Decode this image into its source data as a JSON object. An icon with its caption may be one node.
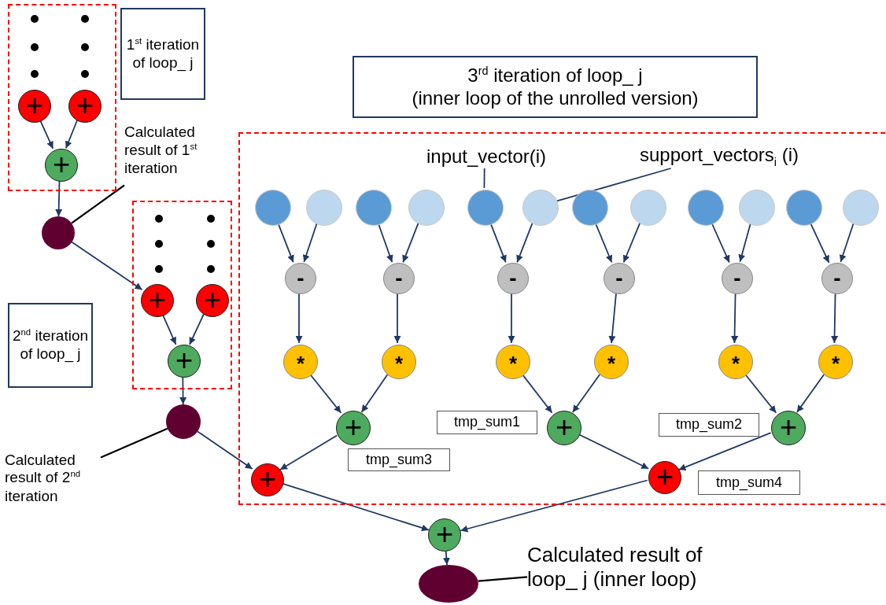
{
  "diagram": {
    "nodes": [
      {
        "text": [],
        "shape": "box"
      },
      {
        "text": [],
        "shape": "circle",
        "in": 0
      },
      {
        "text": [],
        "shape": "circle",
        "in": 0
      },
      {
        "text": [],
        "shape": "circle",
        "in": 0
      },
      {
        "text": [],
        "shape": "circle",
        "in": 0
      },
      {
        "text": [],
        "shape": "circle",
        "in": 0
      },
      {
        "text": [],
        "shape": "circle",
        "in": 0
      },
      {
        "text": [
          "+"
        ],
        "in": 0
      },
      {
        "text": [
          "+"
        ],
        "in": 0
      },
      {
        "text": [
          "+"
        ],
        "in": 0
      },
      {
        "text": [
          "1$^{st}$ iteration of loop_ j"
        ]
      },
      {
        "text": [
          "Calculated result of 1$^{st}$ iteration"
        ]
      },
      {
        "text": [],
        "shape": "circle"
      },
      {
        "text": [],
        "shape": "box"
      },
      {
        "text": [],
        "shape": "circle",
        "in": 13
      },
      {
        "text": [],
        "shape": "circle",
        "in": 13
      },
      {
        "text": [],
        "shape": "circle",
        "in": 13
      },
      {
        "text": [],
        "shape": "circle",
        "in": 13
      },
      {
        "text": [],
        "shape": "circle",
        "in": 13
      },
      {
        "text": [],
        "shape": "circle",
        "in": 13
      },
      {
        "text": [
          "+"
        ],
        "in": 13
      },
      {
        "text": [
          "+"
        ],
        "in": 13
      },
      {
        "text": [
          "+"
        ],
        "in": 13
      },
      {
        "text": [
          "2$^{nd}$ iteration of loop_ j"
        ]
      },
      {
        "text": [],
        "shape": "circle"
      },
      {
        "text": [
          "Calculated result of 2$^{nd}$ iteration"
        ]
      },
      {
        "text": [
          "3$^{rd}$  iteration of loop_ j",
          "(inner loop of the unrolled version)"
        ]
      },
      {
        "text": [],
        "shape": "box"
      },
      {
        "text": [
          "input_vector(i)"
        ],
        "in": 27
      },
      {
        "text": [
          "support_vectors$_{i}$ (i)"
        ],
        "in": 27
      },
      {
        "text": [],
        "shape": "circle",
        "in": 27
      },
      {
        "text": [],
        "shape": "circle",
        "in": 27
      },
      {
        "text": [],
        "shape": "circle",
        "in": 27
      },
      {
        "text": [],
        "shape": "circle",
        "in": 27
      },
      {
        "text": [],
        "shape": "circle",
        "in": 27
      },
      {
        "text": [],
        "shape": "circle",
        "in": 27
      },
      {
        "text": [],
        "shape": "circle",
        "in": 27
      },
      {
        "text": [],
        "shape": "circle",
        "in": 27
      },
      {
        "text": [],
        "shape": "circle",
        "in": 27
      },
      {
        "text": [],
        "shape": "circle",
        "in": 27
      },
      {
        "text": [],
        "shape": "circle",
        "in": 27
      },
      {
        "text": [],
        "shape": "circle",
        "in": 27
      },
      {
        "text": [
          "-"
        ],
        "in": 27
      },
      {
        "text": [
          "-"
        ],
        "in": 27
      },
      {
        "text": [
          "-"
        ],
        "in": 27
      },
      {
        "text": [
          "-"
        ],
        "in": 27
      },
      {
        "text": [
          "-"
        ],
        "in": 27
      },
      {
        "text": [
          "-"
        ],
        "in": 27
      },
      {
        "text": [
          "*"
        ],
        "in": 27
      },
      {
        "text": [
          "*"
        ],
        "in": 27
      },
      {
        "text": [
          "*"
        ],
        "in": 27
      },
      {
        "text": [
          "*"
        ],
        "in": 27
      },
      {
        "text": [
          "*"
        ],
        "in": 27
      },
      {
        "text": [
          "*"
        ],
        "in": 27
      },
      {
        "text": [
          "+"
        ],
        "in": 27,
        "beside": [
          "tmp_sum3"
        ]
      },
      {
        "text": [
          "+"
        ],
        "in": 27,
        "beside": [
          "tmp_sum1"
        ]
      },
      {
        "text": [
          "+"
        ],
        "in": 27,
        "beside": [
          "tmp_sum2"
        ]
      },
      {
        "text": [
          "+"
        ],
        "in": 27
      },
      {
        "text": [
          "+"
        ],
        "in": 27,
        "beside": [
          "tmp_sum4"
        ]
      },
      {
        "text": [
          "+"
        ]
      },
      {
        "text": [],
        "shape": "ellipse"
      },
      {
        "text": [
          "Calculated result of loop_ j (inner loop)"
        ]
      }
    ],
    "edges": [
      {
        "from": 7,
        "to": 9,
        "arrow": "to"
      },
      {
        "from": 8,
        "to": 9,
        "arrow": "to"
      },
      {
        "from": 9,
        "to": 12,
        "arrow": "to"
      },
      {
        "from": 11,
        "to": 12,
        "arrow": "none",
        "color": "#000000"
      },
      {
        "from": 12,
        "to": 20,
        "arrow": "to"
      },
      {
        "from": 20,
        "to": 22,
        "arrow": "to"
      },
      {
        "from": 21,
        "to": 22,
        "arrow": "to"
      },
      {
        "from": 22,
        "to": 24,
        "arrow": "to"
      },
      {
        "from": 25,
        "to": 24,
        "arrow": "none",
        "color": "#000000"
      },
      {
        "from": 24,
        "to": 57,
        "arrow": "to"
      },
      {
        "from": 28,
        "to": 34,
        "arrow": "none"
      },
      {
        "from": 29,
        "to": 35,
        "arrow": "none"
      },
      {
        "from": 30,
        "to": 42,
        "arrow": "to"
      },
      {
        "from": 31,
        "to": 42,
        "arrow": "to"
      },
      {
        "from": 32,
        "to": 43,
        "arrow": "to"
      },
      {
        "from": 33,
        "to": 43,
        "arrow": "to"
      },
      {
        "from": 34,
        "to": 44,
        "arrow": "to"
      },
      {
        "from": 35,
        "to": 44,
        "arrow": "to"
      },
      {
        "from": 36,
        "to": 45,
        "arrow": "to"
      },
      {
        "from": 37,
        "to": 45,
        "arrow": "to"
      },
      {
        "from": 38,
        "to": 46,
        "arrow": "to"
      },
      {
        "from": 39,
        "to": 46,
        "arrow": "to"
      },
      {
        "from": 40,
        "to": 47,
        "arrow": "to"
      },
      {
        "from": 41,
        "to": 47,
        "arrow": "to"
      },
      {
        "from": 42,
        "to": 48,
        "arrow": "to"
      },
      {
        "from": 43,
        "to": 49,
        "arrow": "to"
      },
      {
        "from": 44,
        "to": 50,
        "arrow": "to"
      },
      {
        "from": 45,
        "to": 51,
        "arrow": "to"
      },
      {
        "from": 46,
        "to": 52,
        "arrow": "to"
      },
      {
        "from": 47,
        "to": 53,
        "arrow": "to"
      },
      {
        "from": 48,
        "to": 54,
        "arrow": "to"
      },
      {
        "from": 49,
        "to": 54,
        "arrow": "to"
      },
      {
        "from": 50,
        "to": 55,
        "arrow": "to"
      },
      {
        "from": 51,
        "to": 55,
        "arrow": "to"
      },
      {
        "from": 52,
        "to": 56,
        "arrow": "to"
      },
      {
        "from": 53,
        "to": 56,
        "arrow": "to"
      },
      {
        "from": 54,
        "to": 57,
        "arrow": "to"
      },
      {
        "from": 55,
        "to": 58,
        "arrow": "to"
      },
      {
        "from": 56,
        "to": 58,
        "arrow": "to"
      },
      {
        "from": 57,
        "to": 59,
        "arrow": "to"
      },
      {
        "from": 58,
        "to": 59,
        "arrow": "to"
      },
      {
        "from": 59,
        "to": 60,
        "arrow": "to"
      },
      {
        "from": 61,
        "to": 60,
        "arrow": "none",
        "color": "#000000"
      }
    ]
  }
}
